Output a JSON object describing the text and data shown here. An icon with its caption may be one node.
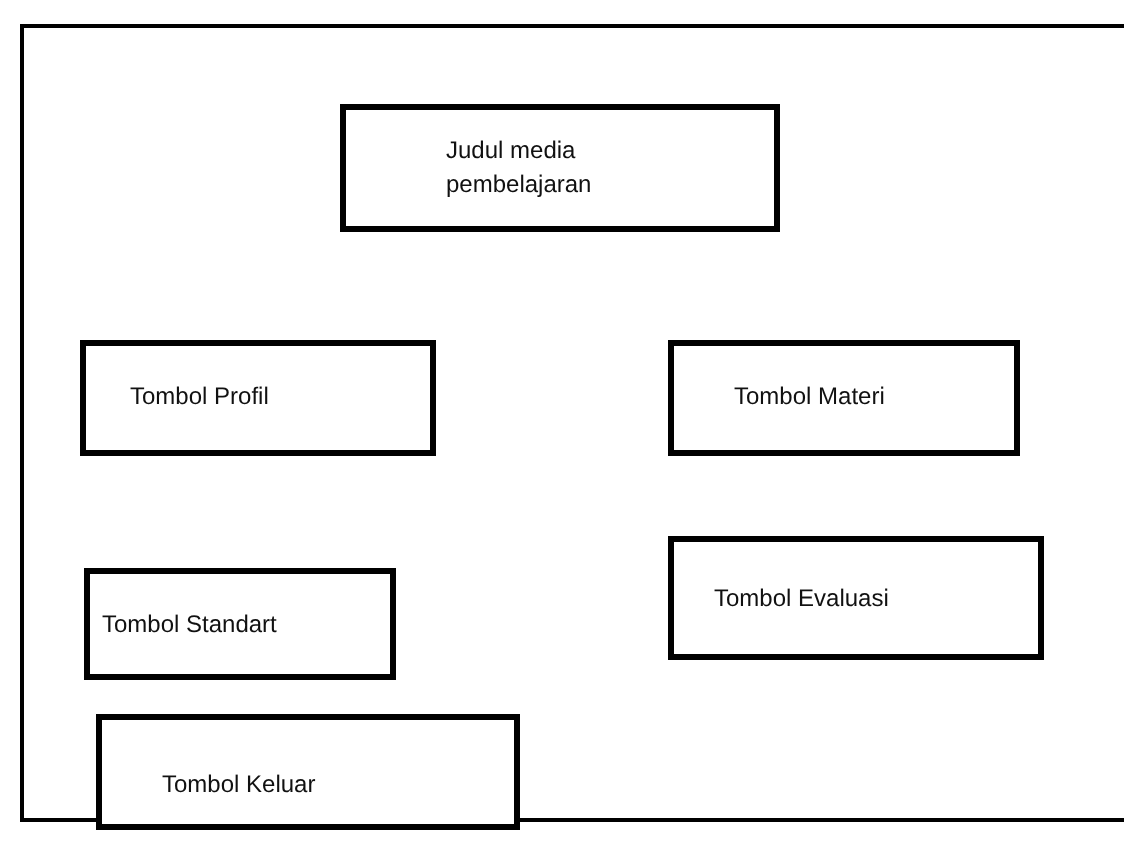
{
  "diagram": {
    "nodes": [
      {
        "text": [],
        "shape": "box"
      },
      {
        "text": [
          "Judul media pembelajaran"
        ],
        "in": 0
      },
      {
        "text": [
          "Tombol Profil"
        ],
        "in": 0
      },
      {
        "text": [
          "Tombol Materi"
        ],
        "in": 0
      },
      {
        "text": [
          "Tombol Standart"
        ],
        "in": 0
      },
      {
        "text": [
          "Tombol Evaluasi"
        ],
        "in": 0
      },
      {
        "text": [
          "Tombol Keluar"
        ],
        "in": 0
      }
    ]
  }
}
